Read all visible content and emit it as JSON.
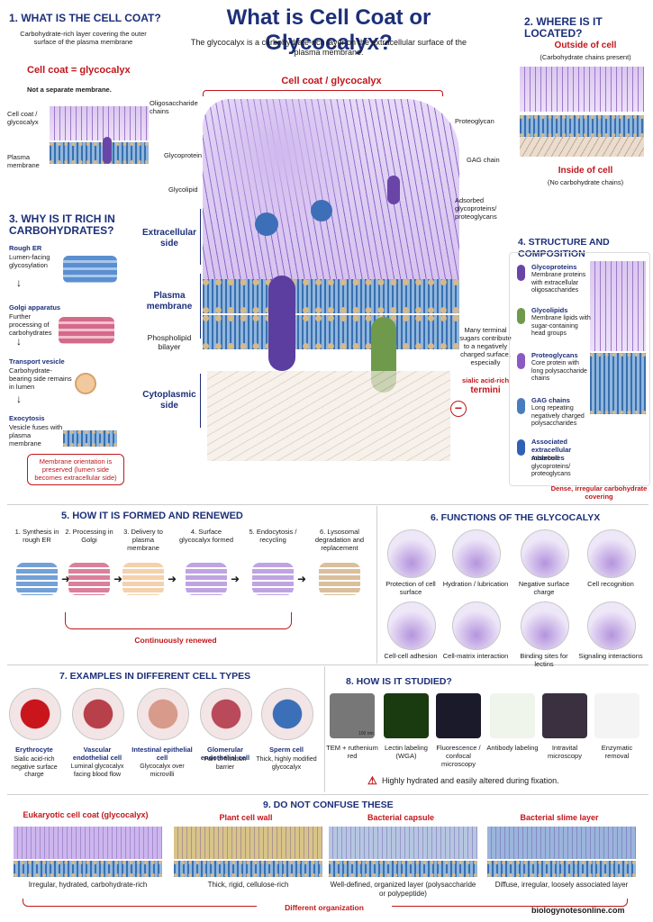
{
  "title": "What is Cell Coat or Glycocalyx?",
  "subtitle": "The glycocalyx is a carbohydrate-rich layer on the extracellular surface of the plasma membrane.",
  "s1": {
    "title": "1. WHAT IS THE CELL COAT?",
    "desc": "Carbohydrate-rich layer covering the outer surface of the plasma membrane",
    "eq": "Cell coat = glycocalyx",
    "note": "Not a separate membrane.",
    "lab_coat": "Cell coat / glycocalyx",
    "lab_mem": "Plasma membrane"
  },
  "s2": {
    "title": "2. WHERE IS IT LOCATED?",
    "outside": "Outside of cell",
    "outside_sub": "(Carbohydrate chains present)",
    "inside": "Inside of cell",
    "inside_sub": "(No carbohydrate chains)"
  },
  "main": {
    "bracket": "Cell coat / glycocalyx",
    "oligo": "Oligosaccharide chains",
    "glycoprotein": "Glycoprotein",
    "glycolipid": "Glycolipid",
    "proteoglycan": "Proteoglycan",
    "gag": "GAG chain",
    "adsorbed": "Adsorbed glycoproteins/ proteoglycans",
    "extra": "Extracellular side",
    "plasma": "Plasma membrane",
    "bilayer": "Phospholipid bilayer",
    "cyto": "Cytoplasmic side",
    "terminal": "Many terminal sugars contribute to a negatively charged surface, especially",
    "sialic": "sialic acid-rich",
    "termini": "termini",
    "minus": "−"
  },
  "s3": {
    "title": "3. WHY IS IT RICH IN CARBOHYDRATES?",
    "rer": "Rough ER",
    "rer_d": "Lumen-facing glycosylation",
    "golgi": "Golgi apparatus",
    "golgi_d": "Further processing of carbohydrates",
    "vesicle": "Transport vesicle",
    "vesicle_d": "Carbohydrate-bearing side remains in lumen",
    "exo": "Exocytosis",
    "exo_d": "Vesicle fuses with plasma membrane",
    "box": "Membrane orientation is preserved (lumen side becomes extracellular side)"
  },
  "s4": {
    "title": "4. STRUCTURE AND COMPOSITION",
    "items": [
      {
        "name": "Glycoproteins",
        "desc": "Membrane proteins with extracellular oligosaccharides"
      },
      {
        "name": "Glycolipids",
        "desc": "Membrane lipids with sugar-containing head groups"
      },
      {
        "name": "Proteoglycans",
        "desc": "Core protein with long polysaccharide chains"
      },
      {
        "name": "GAG chains",
        "desc": "Long repeating negatively charged polysaccharides"
      },
      {
        "name": "Associated extracellular molecules",
        "desc": "Adsorbed glycoproteins/ proteoglycans"
      }
    ],
    "dense": "Dense, irregular carbohydrate covering"
  },
  "s5": {
    "title": "5. HOW IT IS FORMED AND RENEWED",
    "steps": [
      "1. Synthesis in rough ER",
      "2. Processing in Golgi",
      "3. Delivery to plasma membrane",
      "4. Surface glycocalyx formed",
      "5. Endocytosis / recycling",
      "6. Lysosomal degradation and replacement"
    ],
    "renew": "Continuously renewed"
  },
  "s6": {
    "title": "6. FUNCTIONS OF THE GLYCOCALYX",
    "items": [
      "Protection of cell surface",
      "Hydration / lubrication",
      "Negative surface charge",
      "Cell recognition",
      "Cell-cell adhesion",
      "Cell-matrix interaction",
      "Binding sites for lectins",
      "Signaling interactions"
    ]
  },
  "s7": {
    "title": "7. EXAMPLES IN DIFFERENT CELL TYPES",
    "items": [
      {
        "name": "Erythrocyte",
        "desc": "Sialic acid-rich negative surface charge",
        "color": "#c8161c"
      },
      {
        "name": "Vascular endothelial cell",
        "desc": "Luminal glycocalyx facing blood flow",
        "color": "#b8404a"
      },
      {
        "name": "Intestinal epithelial cell",
        "desc": "Glycocalyx over microvilli",
        "color": "#d89a8a"
      },
      {
        "name": "Glomerular endothelial cell",
        "desc": "Part of filtration barrier",
        "color": "#b84a5a"
      },
      {
        "name": "Sperm cell",
        "desc": "Thick, highly modified glycocalyx",
        "color": "#3b6fb8"
      }
    ]
  },
  "s8": {
    "title": "8. HOW IS IT STUDIED?",
    "items": [
      "TEM + ruthenium red",
      "Lectin labeling (WGA)",
      "Fluorescence / confocal microscopy",
      "Antibody labeling",
      "Intravital microscopy",
      "Enzymatic removal"
    ],
    "scale": "100 nm",
    "warn": "Highly hydrated and easily altered during fixation."
  },
  "s9": {
    "title": "9. DO NOT CONFUSE THESE",
    "items": [
      {
        "name": "Eukaryotic cell coat (glycocalyx)",
        "desc": "Irregular, hydrated, carbohydrate-rich"
      },
      {
        "name": "Plant cell wall",
        "desc": "Thick, rigid, cellulose-rich"
      },
      {
        "name": "Bacterial capsule",
        "desc": "Well-defined, organized layer (polysaccharide or polypeptide)"
      },
      {
        "name": "Bacterial slime layer",
        "desc": "Diffuse, irregular, loosely associated layer"
      }
    ],
    "diff": "Different organization"
  },
  "footer": "biologynotesonline.com",
  "colors": {
    "navy": "#1c2f7a",
    "red": "#c0161b",
    "purple": "#7a4fb5"
  }
}
